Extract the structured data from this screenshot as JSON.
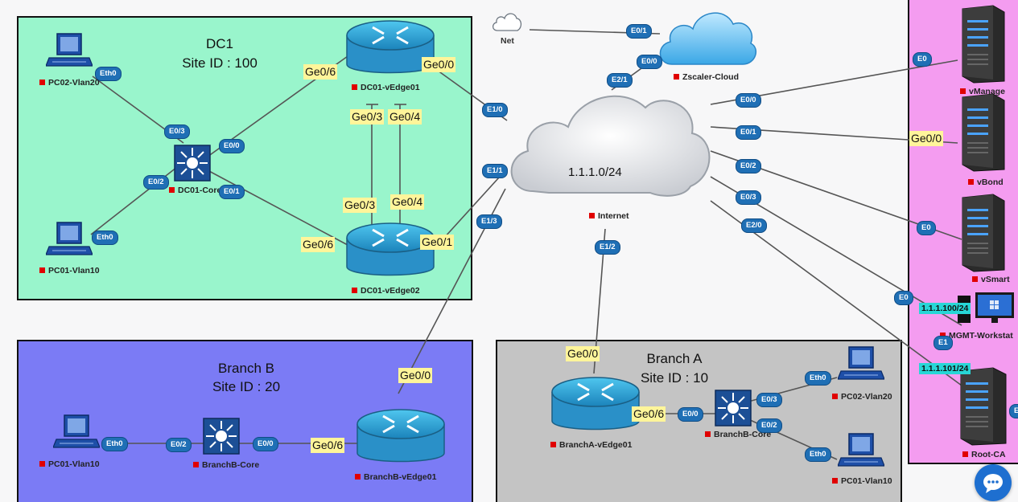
{
  "zones": {
    "dc1": {
      "title": "DC1",
      "site": "Site ID : 100",
      "color": "#99f5cc"
    },
    "branch_b": {
      "title": "Branch B",
      "site": "Site ID : 20",
      "color": "#7b7bf5"
    },
    "branch_a": {
      "title": "Branch A",
      "site": "Site ID : 10",
      "color": "#c4c4c4"
    },
    "controllers": {
      "color": "#f49cf0"
    }
  },
  "devices": {
    "dc1_pc02": "PC02-Vlan20",
    "dc1_pc01": "PC01-Vlan10",
    "dc1_core": "DC01-Core",
    "dc1_vedge01": "DC01-vEdge01",
    "dc1_vedge02": "DC01-vEdge02",
    "net": "Net",
    "zscaler": "Zscaler-Cloud",
    "internet": "Internet",
    "vmanage": "vManage",
    "vbond": "vBond",
    "vsmart": "vSmart",
    "mgmt": "MGMT-Workstat",
    "rootca": "Root-CA",
    "bb_pc01": "PC01-Vlan10",
    "bb_core": "BranchB-Core",
    "bb_vedge": "BranchB-vEdge01",
    "ba_vedge": "BranchA-vEdge01",
    "ba_core": "BranchB-Core",
    "ba_pc02": "PC02-Vlan20",
    "ba_pc01": "PC01-Vlan10"
  },
  "internet_subnet": "1.1.1.0/24",
  "interfaces": {
    "eth0": "Eth0",
    "e0_3": "E0/3",
    "e0_0": "E0/0",
    "e0_2": "E0/2",
    "e0_1": "E0/1",
    "e1_0": "E1/0",
    "e1_1": "E1/1",
    "e1_3": "E1/3",
    "e1_2": "E1/2",
    "e2_1": "E2/1",
    "e2_0": "E2/0",
    "e0": "E0",
    "e1": "E1",
    "e_partial": "E"
  },
  "ge_labels": {
    "ge0_6": "Ge0/6",
    "ge0_0": "Ge0/0",
    "ge0_3": "Ge0/3",
    "ge0_4": "Ge0/4",
    "ge0_1": "Ge0/1"
  },
  "ip_labels": {
    "mgmt": "1.1.1.100/24",
    "rootca": "1.1.1.101/24"
  },
  "icons": {
    "chat": "chat-bubble-icon"
  }
}
